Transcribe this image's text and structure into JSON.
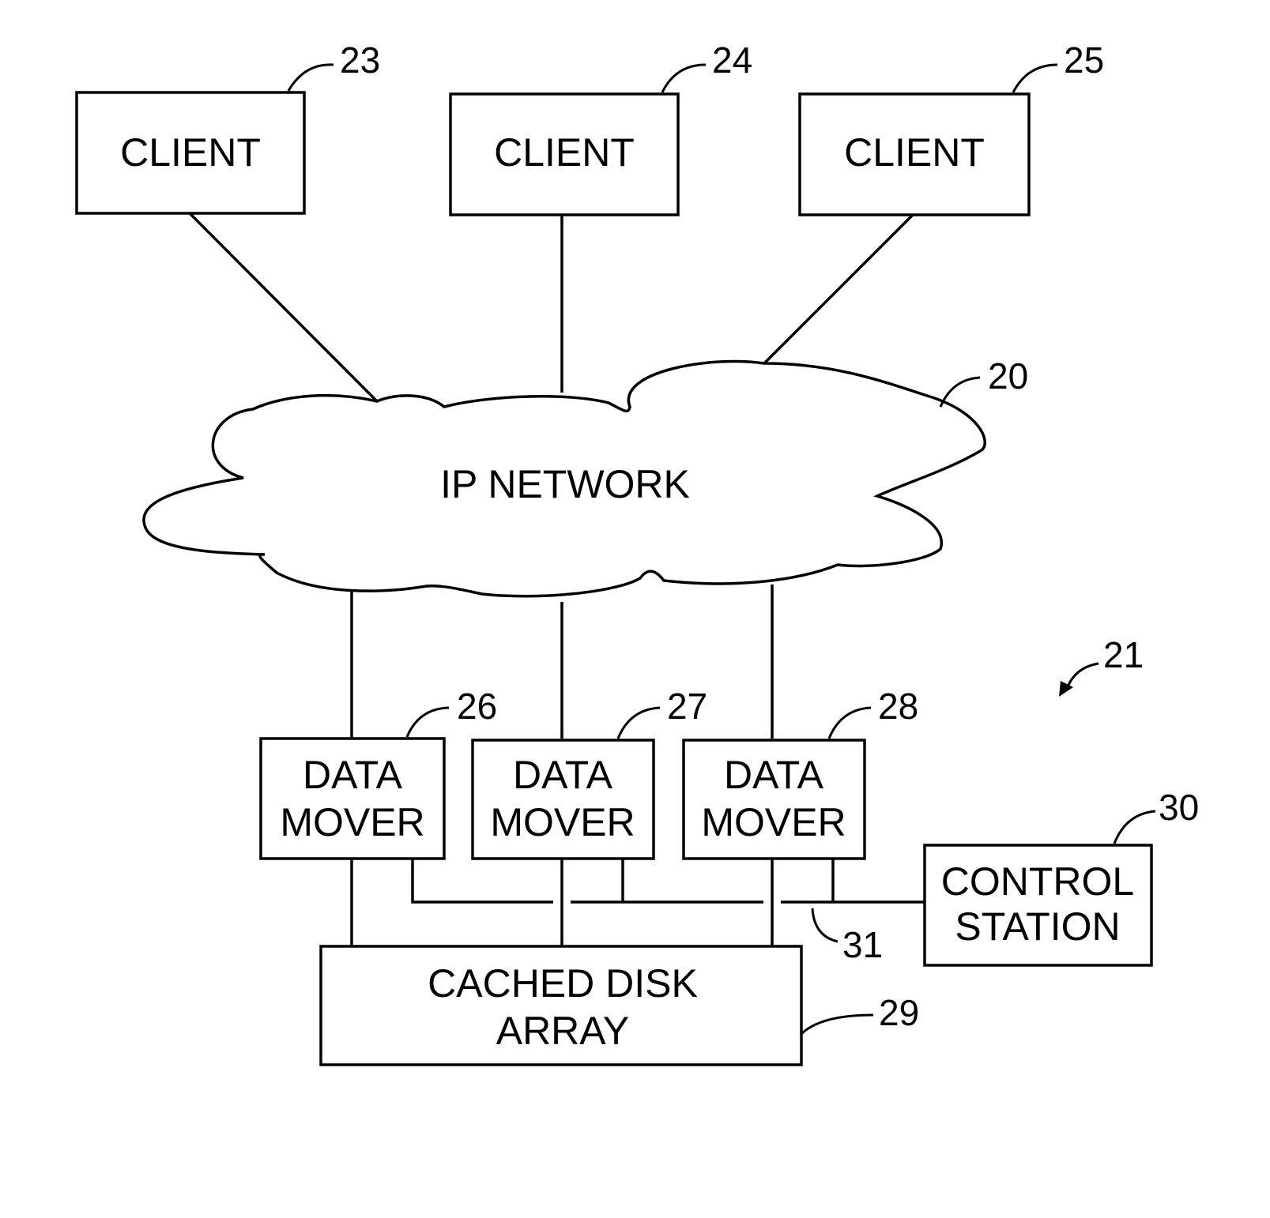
{
  "clients": [
    {
      "label": "CLIENT",
      "ref": "23"
    },
    {
      "label": "CLIENT",
      "ref": "24"
    },
    {
      "label": "CLIENT",
      "ref": "25"
    }
  ],
  "network": {
    "label": "IP NETWORK",
    "ref": "20"
  },
  "system_ref": "21",
  "data_movers": [
    {
      "line1": "DATA",
      "line2": "MOVER",
      "ref": "26"
    },
    {
      "line1": "DATA",
      "line2": "MOVER",
      "ref": "27"
    },
    {
      "line1": "DATA",
      "line2": "MOVER",
      "ref": "28"
    }
  ],
  "control_station": {
    "line1": "CONTROL",
    "line2": "STATION",
    "ref": "30"
  },
  "bus_ref": "31",
  "disk_array": {
    "line1": "CACHED DISK",
    "line2": "ARRAY",
    "ref": "29"
  }
}
